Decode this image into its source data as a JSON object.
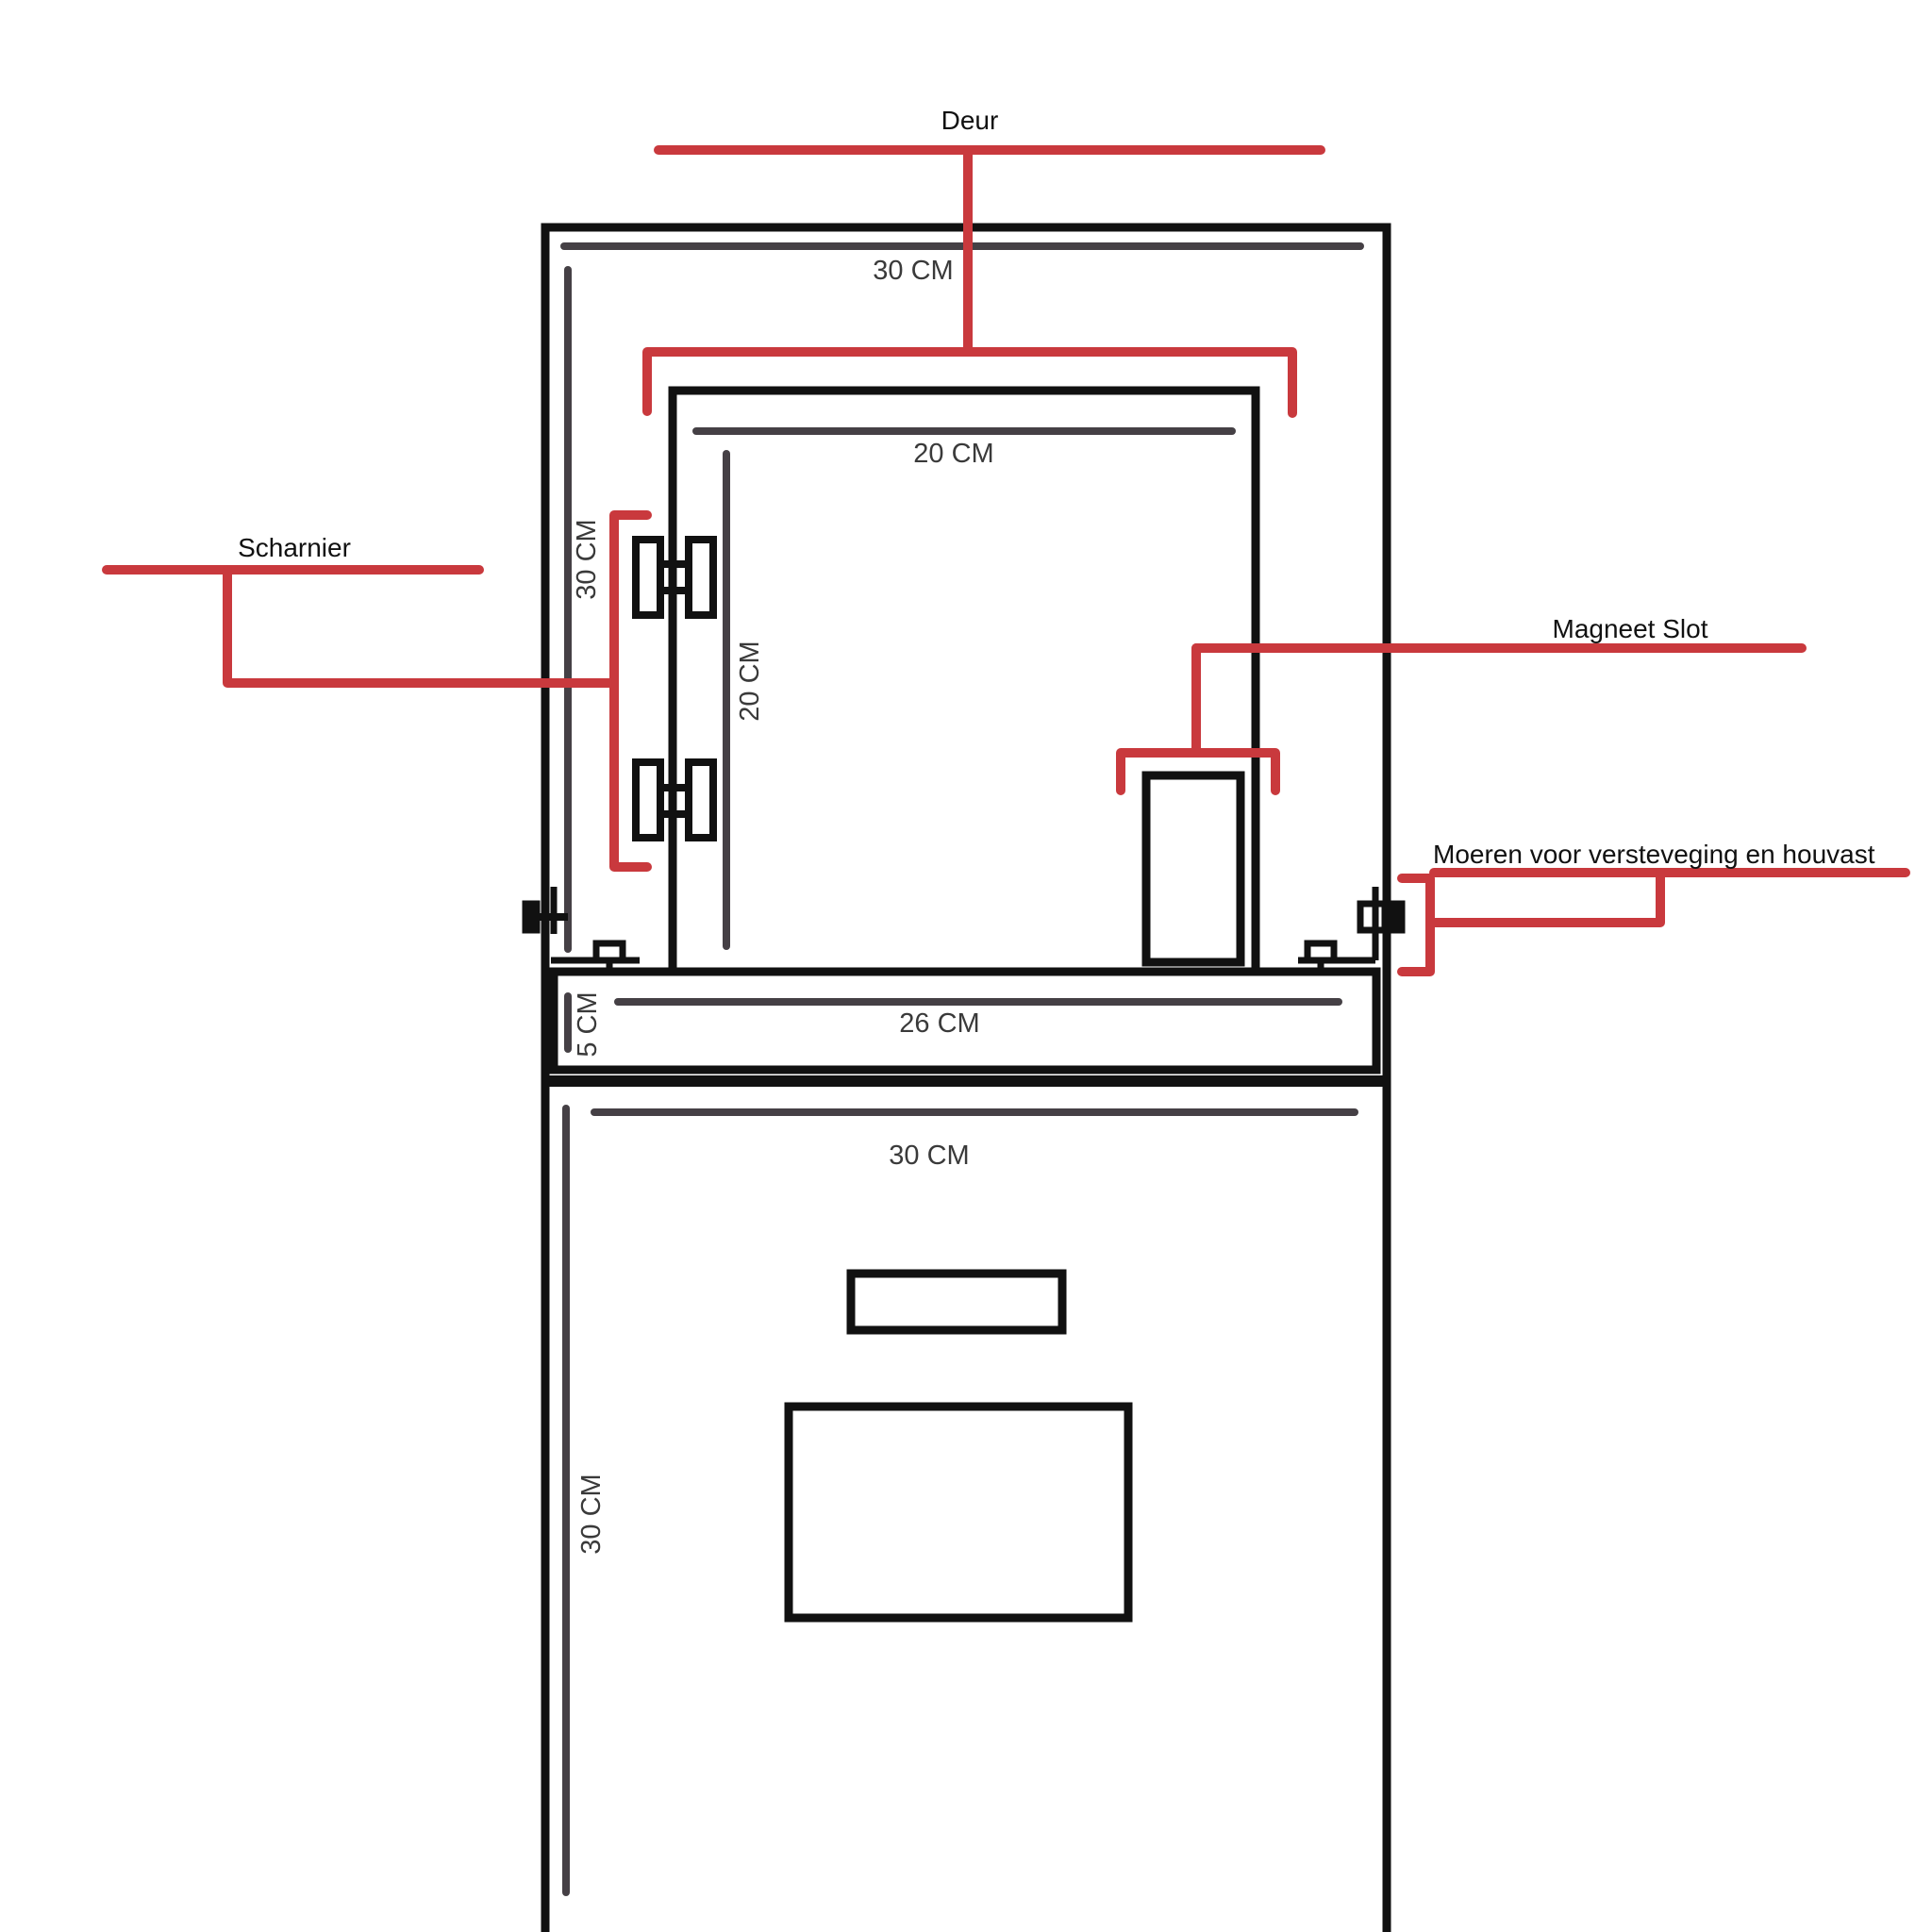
{
  "labels": {
    "door": "Deur",
    "hinge": "Scharnier",
    "magnet_lock": "Magneet Slot",
    "nuts": "Moeren voor versteveging en houvast"
  },
  "dimensions": {
    "top_width": "30 CM",
    "top_height": "30 CM",
    "door_width": "20 CM",
    "door_height": "20 CM",
    "base_width": "26 CM",
    "base_height": "5 CM",
    "bottom_width": "30 CM",
    "bottom_height": "30 CM"
  },
  "colors": {
    "outline": "#111111",
    "dimension_line": "#454045",
    "callout": "#c9393d",
    "background": "#ffffff"
  }
}
